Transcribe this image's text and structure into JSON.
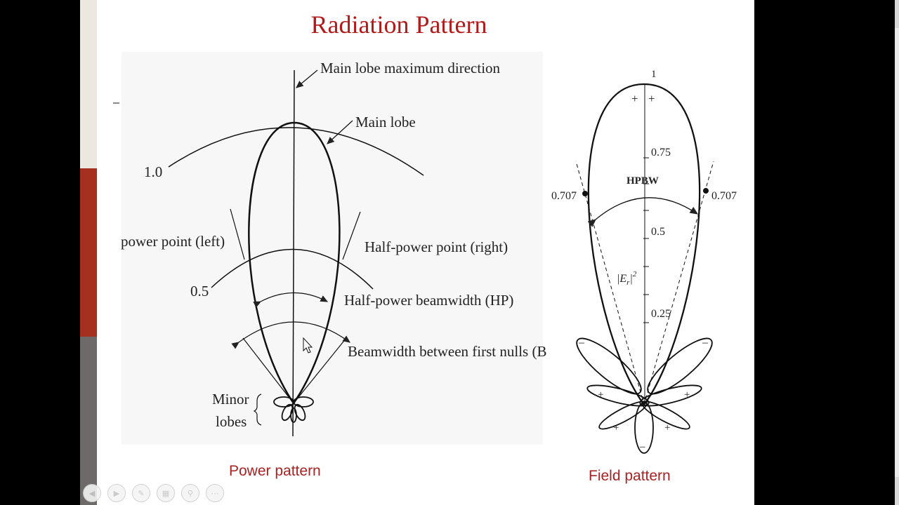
{
  "slide": {
    "title": "Radiation Pattern",
    "dash": "–"
  },
  "power_pattern": {
    "caption": "Power pattern",
    "labels": {
      "main_lobe_max_direction": "Main lobe maximum direction",
      "main_lobe": "Main lobe",
      "level_1": "1.0",
      "level_half": "0.5",
      "half_power_left": "power point (left)",
      "half_power_right": "Half-power point (right)",
      "hp_beamwidth": "Half-power beamwidth (HP)",
      "first_nulls": "Beamwidth between first nulls (B",
      "minor_1": "Minor",
      "minor_2": "lobes"
    }
  },
  "field_pattern": {
    "caption": "Field pattern",
    "labels": {
      "max": "1",
      "v075": "0.75",
      "v0707_left": "0.707",
      "v0707_right": "0.707",
      "hpbw": "HPBW",
      "v05": "0.5",
      "er": "|E",
      "er_sub": "r",
      "er_exp": "2",
      "v025": "0.25",
      "plus1": "+",
      "plus2": "+",
      "minus_top_l": "–",
      "minus_top_r": "–",
      "plus_mid_l": "+",
      "plus_mid_r": "+",
      "plus_low_l": "+",
      "plus_low_r": "+",
      "minus_bottom": "–"
    }
  },
  "toolbar": {
    "icons": [
      "previous-icon",
      "next-icon",
      "pen-icon",
      "slides-icon",
      "zoom-icon",
      "more-icon"
    ],
    "glyphs": [
      "◀",
      "▶",
      "✎",
      "▦",
      "⚲",
      "⋯"
    ]
  }
}
